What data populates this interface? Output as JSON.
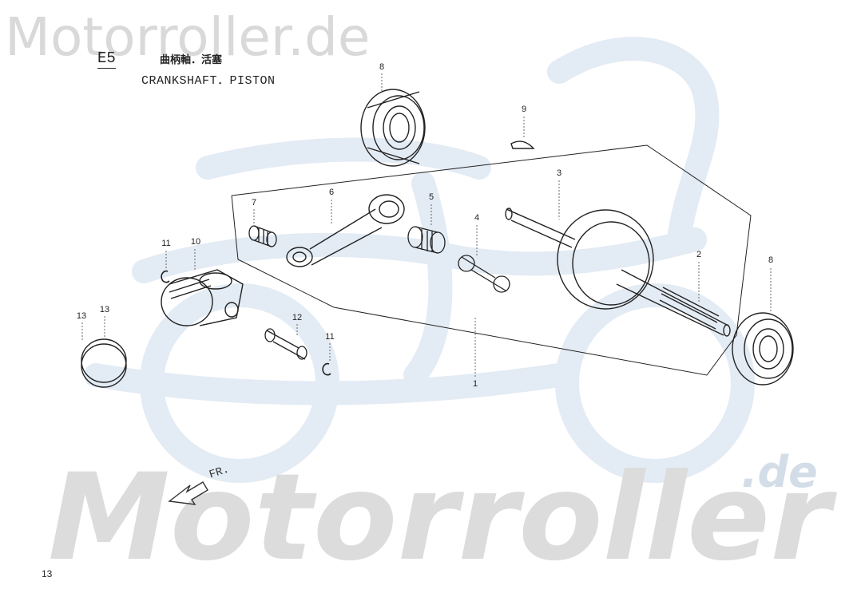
{
  "watermark": {
    "top_text": "Motorroller.de",
    "bottom_text": "Motorroller",
    "suffix": ".de",
    "brand_color": "#b9cfe6"
  },
  "header": {
    "section_code": "E5",
    "title_cn": "曲柄軸．活塞",
    "title_en": "CRANKSHAFT．PISTON"
  },
  "direction_label": "FR.",
  "page_number": "13",
  "callouts": {
    "c1": "1",
    "c2": "2",
    "c3": "3",
    "c4": "4",
    "c5": "5",
    "c6": "6",
    "c7": "7",
    "c8a": "8",
    "c8b": "8",
    "c9": "9",
    "c10": "10",
    "c11a": "11",
    "c11b": "11",
    "c12": "12",
    "c13a": "13",
    "c13b": "13"
  },
  "parts": [
    {
      "ref": "1",
      "name": "crankshaft-assembly"
    },
    {
      "ref": "2",
      "name": "crankshaft-right"
    },
    {
      "ref": "3",
      "name": "crankshaft-left"
    },
    {
      "ref": "4",
      "name": "crank-pin"
    },
    {
      "ref": "5",
      "name": "needle-bearing"
    },
    {
      "ref": "6",
      "name": "connecting-rod"
    },
    {
      "ref": "7",
      "name": "small-end-bearing"
    },
    {
      "ref": "8",
      "name": "ball-bearing"
    },
    {
      "ref": "9",
      "name": "woodruff-key"
    },
    {
      "ref": "10",
      "name": "piston"
    },
    {
      "ref": "11",
      "name": "piston-pin-clip"
    },
    {
      "ref": "12",
      "name": "piston-pin"
    },
    {
      "ref": "13",
      "name": "piston-ring"
    }
  ]
}
